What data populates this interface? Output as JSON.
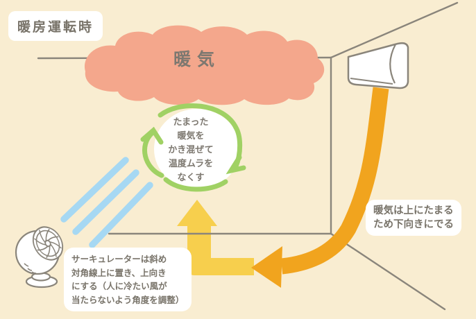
{
  "illustration": {
    "title": "暖房運転時",
    "warm_air_label": "暖気",
    "cycle_note_lines": [
      "たまった",
      "暖気を",
      "かき混ぜて",
      "温度ムラを",
      "なくす"
    ],
    "ac_note_lines": [
      "暖気は上にたまる",
      "ため下向きにでる"
    ],
    "fan_note_lines": [
      "サーキュレーターは斜め",
      "対角線上に置き、上向き",
      "にする（人に冷たい風が",
      "当たらないよう角度を調整）"
    ]
  },
  "icons": {
    "warm_air_cloud": "warm-air-cloud",
    "cycle_arrow": "cycle-arrow-icon",
    "air_conditioner": "air-conditioner-icon",
    "circulator_fan": "circulator-fan-icon",
    "airflow_lines": "fan-airflow-lines-icon",
    "down_arrow": "warm-air-downdraft-arrow-icon",
    "up_arrow": "mix-up-arrow-icon",
    "room_outline": "room-outline"
  },
  "colors": {
    "background": "#F9EDD1",
    "cloud": "#F4A78C",
    "cycle_green": "#A0D164",
    "airflow_blue": "#A6D8F3",
    "up_arrow_yellow": "#F7CF4D",
    "down_arrow_orange": "#F1A41E",
    "outline_gray": "#8A857B",
    "text_gray": "#787369",
    "box_white": "#FFFFFF"
  }
}
